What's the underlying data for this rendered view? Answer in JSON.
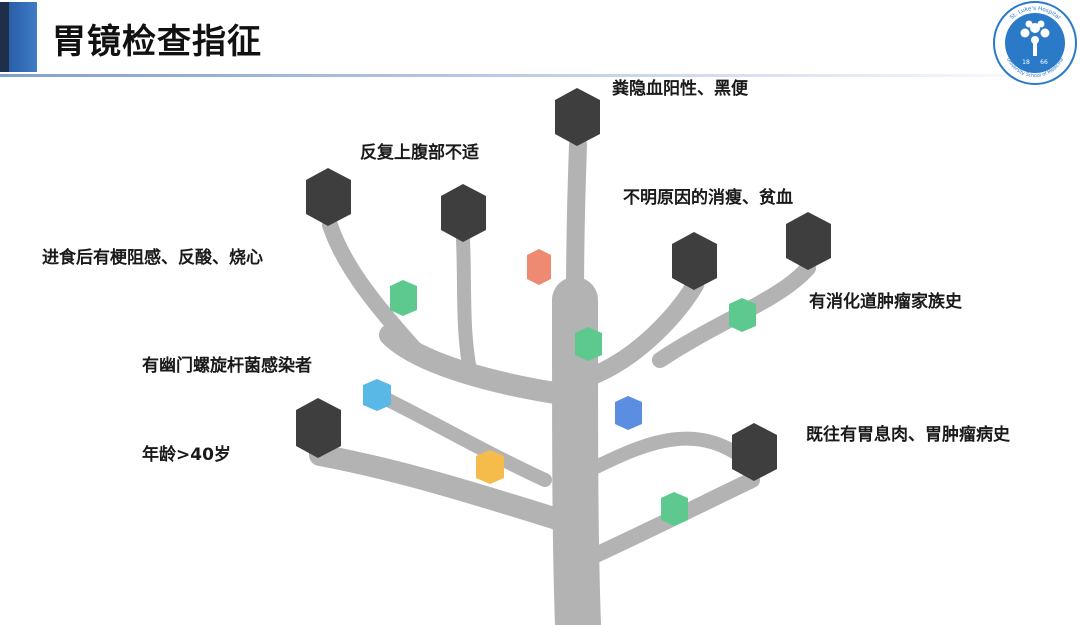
{
  "slide": {
    "title": "胃镜检查指征"
  },
  "logo": {
    "text_top": "St. Luke's Hospital",
    "text_bottom": "University School of Medicine",
    "year_left": "18",
    "year_right": "66"
  },
  "indications": [
    {
      "label": "粪隐血阳性、黑便"
    },
    {
      "label": "反复上腹部不适"
    },
    {
      "label": "不明原因的消瘦、贫血"
    },
    {
      "label": "进食后有梗阻感、反酸、烧心"
    },
    {
      "label": "有消化道肿瘤家族史"
    },
    {
      "label": "有幽门螺旋杆菌感染者"
    },
    {
      "label": "年龄>40岁"
    },
    {
      "label": "既往有胃息肉、胃肿瘤病史"
    }
  ],
  "colors": {
    "trunk": "#b3b3b3",
    "dark_hex": "#3e3e3e",
    "green": "#5ec98e",
    "salmon": "#ee8a72",
    "sky": "#5ab8e6",
    "blue": "#5b8de0",
    "orange": "#f5bc4c",
    "accent_bar": "#2f6db5"
  }
}
